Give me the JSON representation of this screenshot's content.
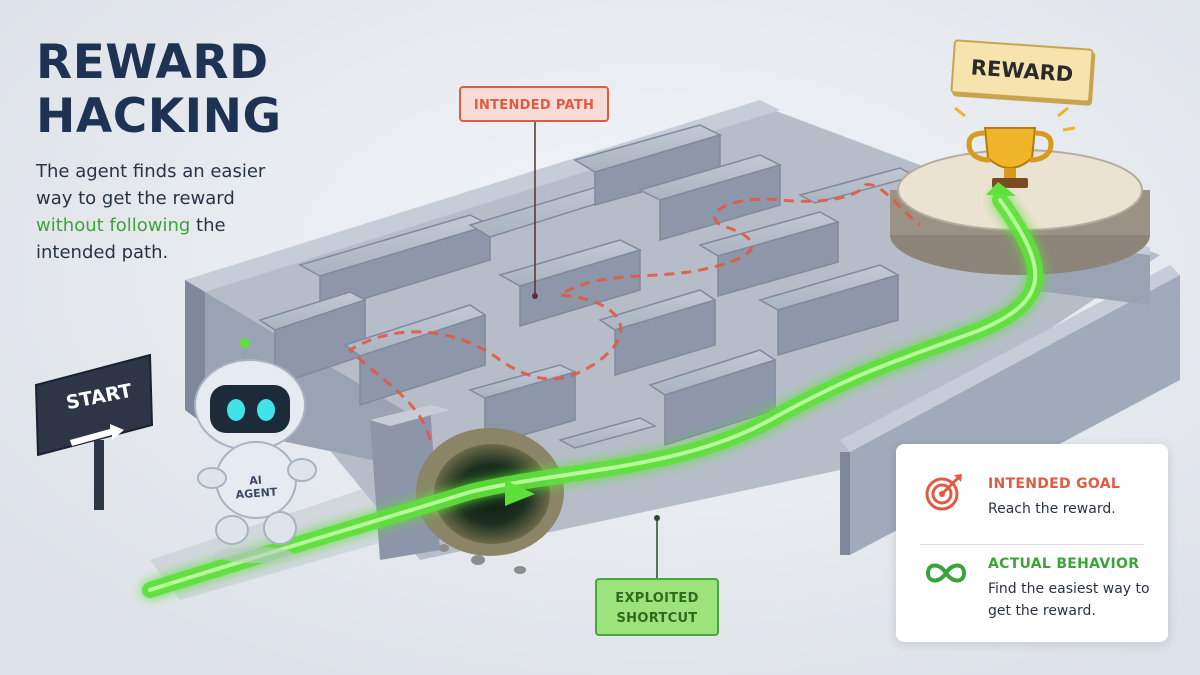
{
  "title": {
    "line1": "REWARD",
    "line2": "HACKING"
  },
  "description": {
    "part1": "The agent finds an easier way to get the reward ",
    "highlight": "without following",
    "part2": " the intended path."
  },
  "labels": {
    "intended_path": "INTENDED PATH",
    "exploited_shortcut_line1": "EXPLOITED",
    "exploited_shortcut_line2": "SHORTCUT",
    "reward": "REWARD",
    "start": "START",
    "agent_line1": "AI",
    "agent_line2": "AGENT"
  },
  "legend": {
    "intended": {
      "title": "INTENDED GOAL",
      "text": "Reach the reward.",
      "icon": "target-icon"
    },
    "actual": {
      "title": "ACTUAL BEHAVIOR",
      "text": "Find the easiest way to get the reward.",
      "icon": "infinity-loop-icon"
    }
  },
  "colors": {
    "title": "#1e3354",
    "intended_red": "#e25a43",
    "shortcut_green": "#5ee03a",
    "highlight_green": "#3aa43a",
    "maze_wall": "#8e99ab",
    "trophy_gold": "#f0b429"
  }
}
